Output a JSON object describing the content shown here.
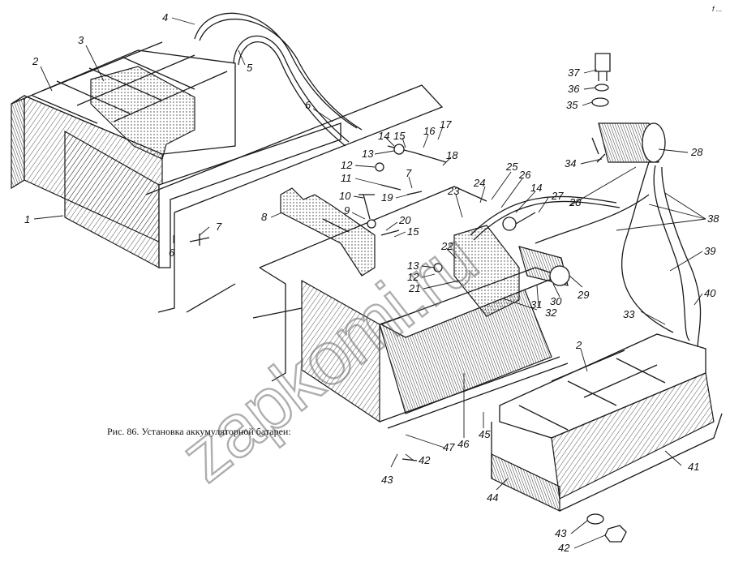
{
  "figure": {
    "caption": "Рис. 86. Установка аккумуляторной батареи:",
    "watermark": "zapkomi.ru",
    "corner_mark": "f ..."
  },
  "callouts": [
    {
      "id": "c4a",
      "label": "4"
    },
    {
      "id": "c3",
      "label": "3"
    },
    {
      "id": "c2a",
      "label": "2"
    },
    {
      "id": "c5",
      "label": "5"
    },
    {
      "id": "c6a",
      "label": "6"
    },
    {
      "id": "c1",
      "label": "1"
    },
    {
      "id": "c7a",
      "label": "7"
    },
    {
      "id": "c6b",
      "label": "6"
    },
    {
      "id": "c8",
      "label": "8"
    },
    {
      "id": "c9",
      "label": "9"
    },
    {
      "id": "c10",
      "label": "10"
    },
    {
      "id": "c11",
      "label": "11"
    },
    {
      "id": "c12a",
      "label": "12"
    },
    {
      "id": "c13a",
      "label": "13"
    },
    {
      "id": "c14a",
      "label": "14"
    },
    {
      "id": "c15a",
      "label": "15"
    },
    {
      "id": "c16",
      "label": "16"
    },
    {
      "id": "c17",
      "label": "17"
    },
    {
      "id": "c18",
      "label": "18"
    },
    {
      "id": "c7b",
      "label": "7"
    },
    {
      "id": "c19",
      "label": "19"
    },
    {
      "id": "c20",
      "label": "20"
    },
    {
      "id": "c15b",
      "label": "15"
    },
    {
      "id": "c22",
      "label": "22"
    },
    {
      "id": "c13b",
      "label": "13"
    },
    {
      "id": "c12b",
      "label": "12"
    },
    {
      "id": "c21",
      "label": "21"
    },
    {
      "id": "c23",
      "label": "23"
    },
    {
      "id": "c24",
      "label": "24"
    },
    {
      "id": "c25",
      "label": "25"
    },
    {
      "id": "c26",
      "label": "26"
    },
    {
      "id": "c14b",
      "label": "14"
    },
    {
      "id": "c27",
      "label": "27"
    },
    {
      "id": "c28a",
      "label": "28"
    },
    {
      "id": "c28b",
      "label": "28"
    },
    {
      "id": "c29",
      "label": "29"
    },
    {
      "id": "c30",
      "label": "30"
    },
    {
      "id": "c31",
      "label": "31"
    },
    {
      "id": "c32",
      "label": "32"
    },
    {
      "id": "c33",
      "label": "33"
    },
    {
      "id": "c34",
      "label": "34"
    },
    {
      "id": "c35",
      "label": "35"
    },
    {
      "id": "c36",
      "label": "36"
    },
    {
      "id": "c37",
      "label": "37"
    },
    {
      "id": "c38",
      "label": "38"
    },
    {
      "id": "c39",
      "label": "39"
    },
    {
      "id": "c40",
      "label": "40"
    },
    {
      "id": "c2b",
      "label": "2"
    },
    {
      "id": "c41",
      "label": "41"
    },
    {
      "id": "c42a",
      "label": "42"
    },
    {
      "id": "c43a",
      "label": "43"
    },
    {
      "id": "c44",
      "label": "44"
    },
    {
      "id": "c45",
      "label": "45"
    },
    {
      "id": "c46",
      "label": "46"
    },
    {
      "id": "c47",
      "label": "47"
    },
    {
      "id": "c43b",
      "label": "43"
    },
    {
      "id": "c42b",
      "label": "42"
    }
  ]
}
